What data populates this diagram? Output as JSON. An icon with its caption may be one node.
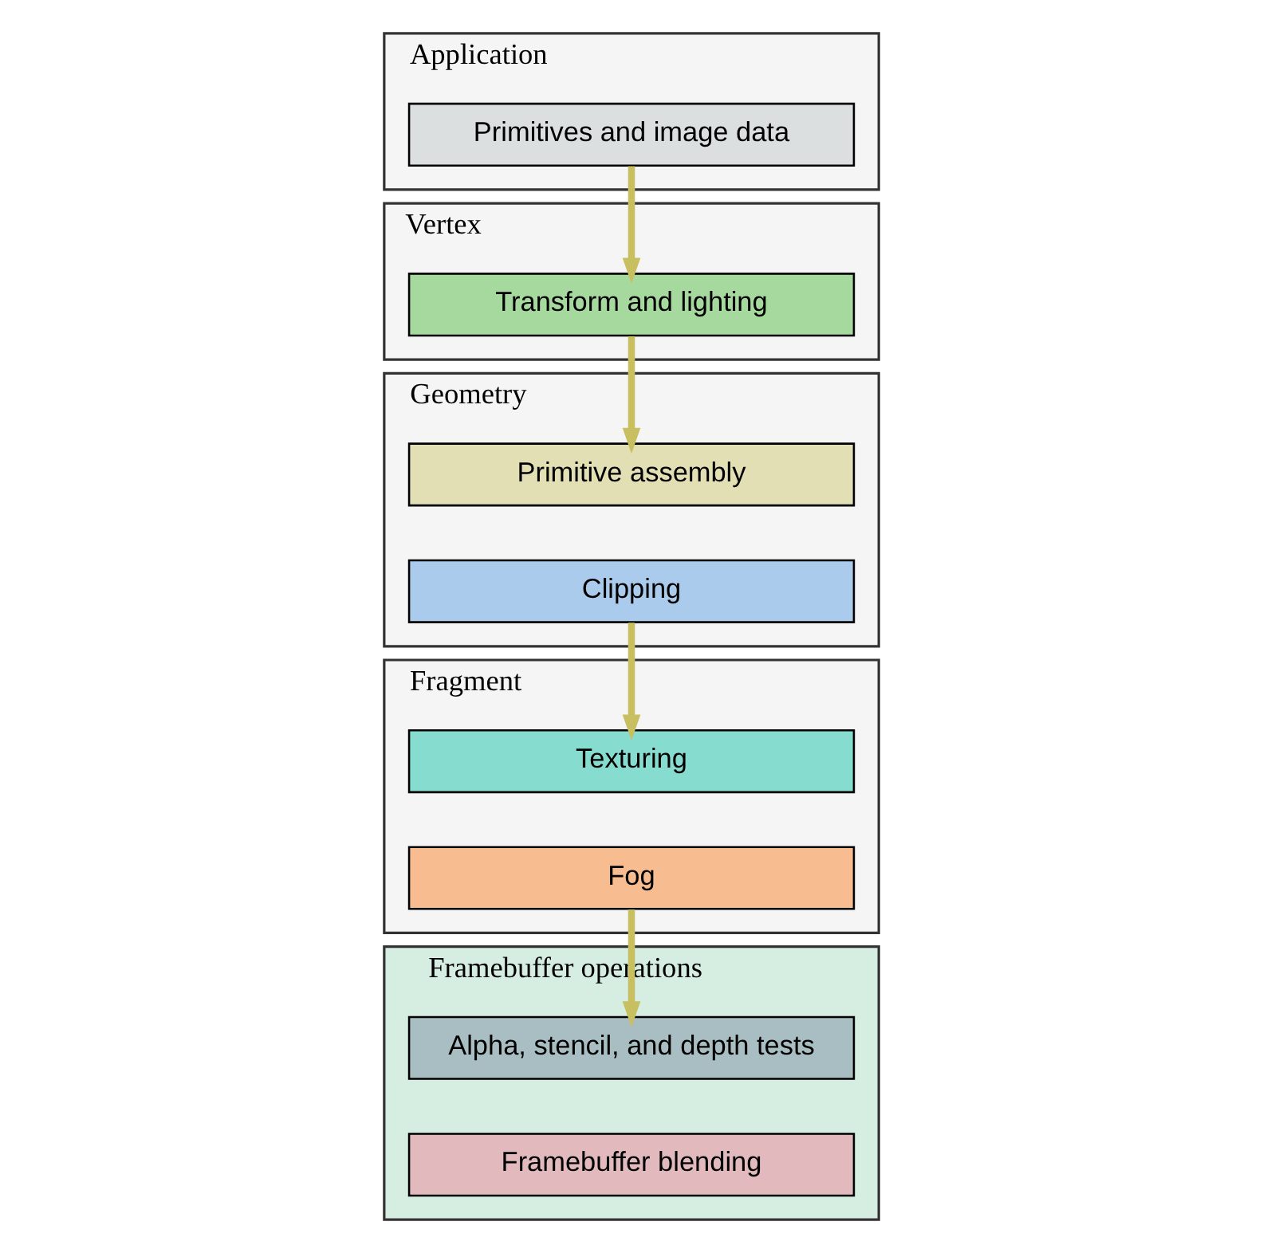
{
  "diagram": {
    "nodes": [
      {
        "text": [
          "Application"
        ]
      },
      {
        "text": [
          "Primitives and image data"
        ],
        "in": 0
      },
      {
        "text": [
          "Vertex"
        ]
      },
      {
        "text": [
          "Transform and lighting"
        ],
        "in": 2
      },
      {
        "text": [
          "Geometry"
        ]
      },
      {
        "text": [
          "Primitive assembly"
        ],
        "in": 4
      },
      {
        "text": [
          "Clipping"
        ],
        "in": 4
      },
      {
        "text": [
          "Fragment"
        ]
      },
      {
        "text": [
          "Texturing"
        ],
        "in": 7
      },
      {
        "text": [
          "Fog"
        ],
        "in": 7
      },
      {
        "text": [
          "Framebuffer operations"
        ]
      },
      {
        "text": [
          "Alpha, stencil, and depth tests"
        ],
        "in": 10
      },
      {
        "text": [
          "Framebuffer blending"
        ],
        "in": 10
      }
    ],
    "edges": [
      {
        "from": 1,
        "to": 3,
        "arrow": "to"
      },
      {
        "from": 3,
        "to": 5,
        "arrow": "to"
      },
      {
        "from": 6,
        "to": 8,
        "arrow": "to"
      },
      {
        "from": 9,
        "to": 11,
        "arrow": "to"
      }
    ]
  }
}
